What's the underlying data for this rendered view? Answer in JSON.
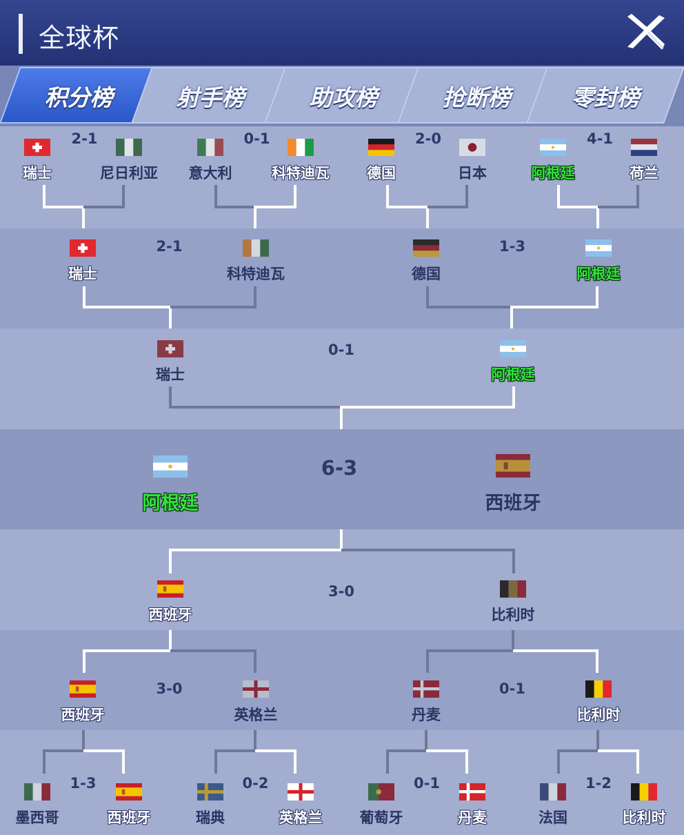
{
  "window": {
    "title": "全球杯"
  },
  "tabs": [
    {
      "label": "积分榜",
      "active": true
    },
    {
      "label": "射手榜",
      "active": false
    },
    {
      "label": "助攻榜",
      "active": false
    },
    {
      "label": "抢断榜",
      "active": false
    },
    {
      "label": "零封榜",
      "active": false
    }
  ],
  "colors": {
    "winner_text": "#2ee63a",
    "active_tab": "#2a58c8",
    "band_light": "#a3add0",
    "band_dark": "#8d98c0"
  },
  "upper_bracket": {
    "round_of_16": [
      {
        "score": "2-1",
        "left": {
          "name": "瑞士",
          "flag": "switzerland"
        },
        "right": {
          "name": "尼日利亚",
          "flag": "nigeria"
        }
      },
      {
        "score": "0-1",
        "left": {
          "name": "意大利",
          "flag": "italy"
        },
        "right": {
          "name": "科特迪瓦",
          "flag": "ivory-coast"
        }
      },
      {
        "score": "2-0",
        "left": {
          "name": "德国",
          "flag": "germany"
        },
        "right": {
          "name": "日本",
          "flag": "japan"
        }
      },
      {
        "score": "4-1",
        "left": {
          "name": "阿根廷",
          "flag": "argentina"
        },
        "right": {
          "name": "荷兰",
          "flag": "netherlands"
        }
      }
    ],
    "quarter_finals": [
      {
        "score": "2-1",
        "left": {
          "name": "瑞士",
          "flag": "switzerland"
        },
        "right": {
          "name": "科特迪瓦",
          "flag": "ivory-coast"
        }
      },
      {
        "score": "1-3",
        "left": {
          "name": "德国",
          "flag": "germany"
        },
        "right": {
          "name": "阿根廷",
          "flag": "argentina"
        }
      }
    ],
    "semi_final": {
      "score": "0-1",
      "left": {
        "name": "瑞士",
        "flag": "switzerland"
      },
      "right": {
        "name": "阿根廷",
        "flag": "argentina"
      }
    }
  },
  "final": {
    "score": "6-3",
    "left": {
      "name": "阿根廷",
      "flag": "argentina"
    },
    "right": {
      "name": "西班牙",
      "flag": "spain"
    }
  },
  "lower_bracket": {
    "semi_final": {
      "score": "3-0",
      "left": {
        "name": "西班牙",
        "flag": "spain"
      },
      "right": {
        "name": "比利时",
        "flag": "belgium"
      }
    },
    "quarter_finals": [
      {
        "score": "3-0",
        "left": {
          "name": "西班牙",
          "flag": "spain"
        },
        "right": {
          "name": "英格兰",
          "flag": "england"
        }
      },
      {
        "score": "0-1",
        "left": {
          "name": "丹麦",
          "flag": "denmark"
        },
        "right": {
          "name": "比利时",
          "flag": "belgium"
        }
      }
    ],
    "round_of_16": [
      {
        "score": "1-3",
        "left": {
          "name": "墨西哥",
          "flag": "mexico"
        },
        "right": {
          "name": "西班牙",
          "flag": "spain"
        }
      },
      {
        "score": "0-2",
        "left": {
          "name": "瑞典",
          "flag": "sweden"
        },
        "right": {
          "name": "英格兰",
          "flag": "england"
        }
      },
      {
        "score": "0-1",
        "left": {
          "name": "葡萄牙",
          "flag": "portugal"
        },
        "right": {
          "name": "丹麦",
          "flag": "denmark"
        }
      },
      {
        "score": "1-2",
        "left": {
          "name": "法国",
          "flag": "france"
        },
        "right": {
          "name": "比利时",
          "flag": "belgium"
        }
      }
    ]
  }
}
